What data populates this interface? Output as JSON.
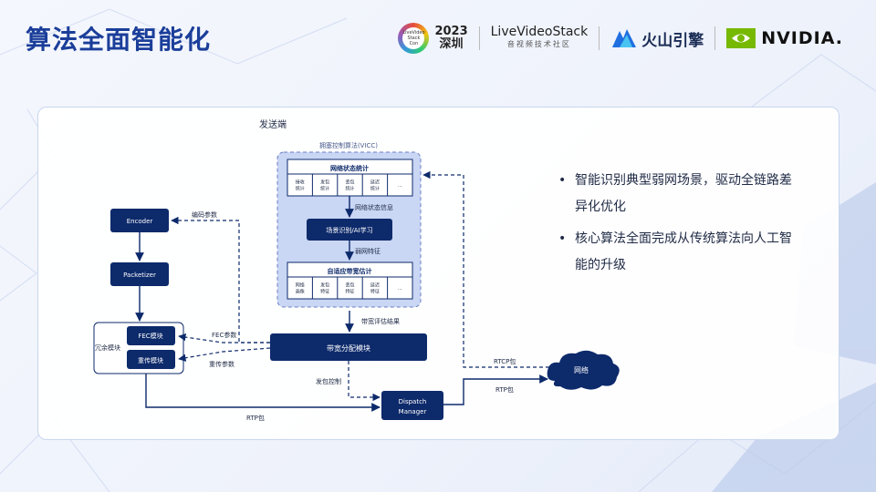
{
  "slide": {
    "title": "算法全面智能化"
  },
  "logos": {
    "event_badge": "LiveVideo Stack Con",
    "event_year": "2023",
    "event_city": "深圳",
    "lvs_name": "LiveVideoStack",
    "lvs_tagline": "音视频技术社区",
    "volc_name": "火山引擎",
    "nvidia_name": "NVIDIA."
  },
  "diagram": {
    "sender_label": "发送端",
    "vicc_label": "拥塞控制算法(VICC)",
    "net_stats": {
      "title": "网络状态统计",
      "cells": [
        "接收\n统计",
        "发包\n统计",
        "丢包\n统计",
        "延迟\n统计",
        "..."
      ]
    },
    "edge_net_info": "网络状态信息",
    "scene_box": "场景识别/AI学习",
    "edge_net_feature": "弱网特征",
    "bw_est": {
      "title": "自适应带宽估计",
      "cells": [
        "网络\n画像",
        "发包\n特征",
        "丢包\n特征",
        "延迟\n特征",
        "..."
      ]
    },
    "edge_bw_result": "带宽评估结果",
    "bw_alloc": "带宽分配模块",
    "encoder": "Encoder",
    "packetizer": "Packetizer",
    "redundancy": "冗余模块",
    "fec": "FEC模块",
    "retrans": "重传模块",
    "edge_encode_params": "编码参数",
    "edge_fec_params": "FEC参数",
    "edge_retrans_params": "重传参数",
    "edge_send_control": "发包控制",
    "dispatch": [
      "Dispatch",
      "Manager"
    ],
    "edge_rtp_bottom": "RTP包",
    "edge_rtp_right": "RTP包",
    "edge_rtcp": "RTCP包",
    "network": "网络"
  },
  "bullets": [
    "智能识别典型弱网场景，驱动全链路差异化优化",
    "核心算法全面完成从传统算法向人工智能的升级"
  ],
  "colors": {
    "title": "#1b3e9a",
    "box_dark": "#0d2a6b",
    "vicc_fill": "#c9d6f4",
    "vicc_border": "#6b7fc4",
    "arrow": "#0d2a6b"
  },
  "icons": [
    "globe-logo-icon",
    "volcano-logo-icon",
    "nvidia-eye-icon"
  ]
}
